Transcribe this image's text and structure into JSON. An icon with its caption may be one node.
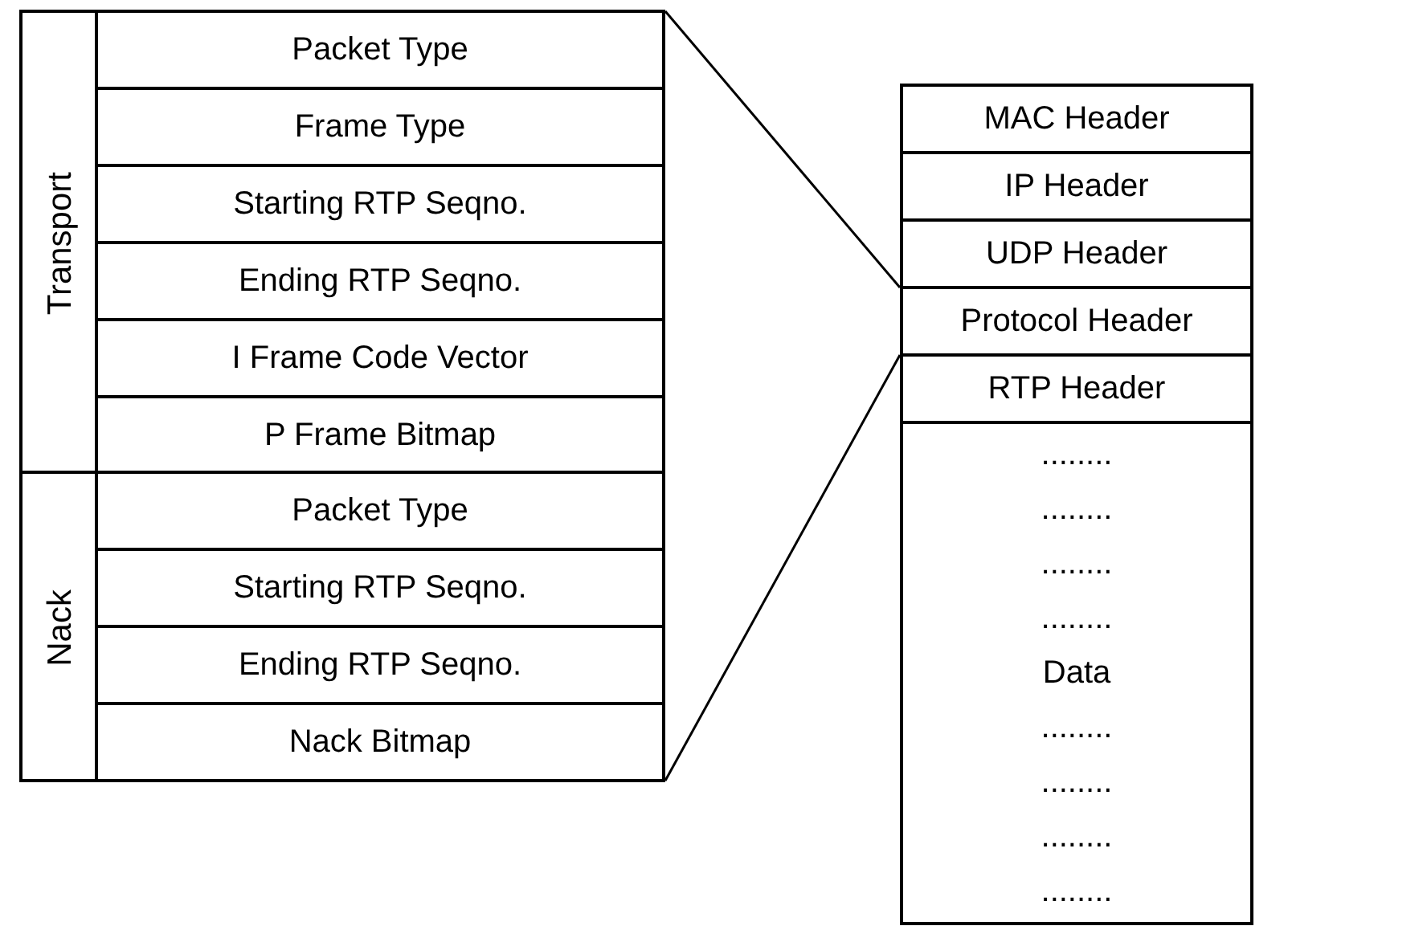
{
  "diagram": {
    "nodes": [
      {
        "text": [],
        "shape": "box"
      },
      {
        "text": [
          "Transport"
        ],
        "in": 0
      },
      {
        "text": [
          "Packet Type"
        ],
        "in": 1
      },
      {
        "text": [
          "Frame Type"
        ],
        "in": 1
      },
      {
        "text": [
          "Starting RTP Seqno."
        ],
        "in": 1
      },
      {
        "text": [
          "Ending RTP Seqno."
        ],
        "in": 1
      },
      {
        "text": [
          "I Frame Code Vector"
        ],
        "in": 1
      },
      {
        "text": [
          "P Frame Bitmap"
        ],
        "in": 1
      },
      {
        "text": [
          "Nack"
        ],
        "in": 0
      },
      {
        "text": [
          "Packet Type"
        ],
        "in": 8
      },
      {
        "text": [
          "Starting RTP Seqno."
        ],
        "in": 8
      },
      {
        "text": [
          "Ending RTP Seqno."
        ],
        "in": 8
      },
      {
        "text": [
          "Nack Bitmap"
        ],
        "in": 8
      },
      {
        "text": [
          "MAC Header"
        ]
      },
      {
        "text": [
          "IP Header"
        ]
      },
      {
        "text": [
          "UDP Header"
        ]
      },
      {
        "text": [
          "Protocol Header"
        ]
      },
      {
        "text": [
          "RTP Header"
        ]
      },
      {
        "text": [
          "........",
          "........",
          "........",
          "........",
          "Data",
          "........",
          "........",
          "........",
          "........"
        ]
      }
    ],
    "edges": [
      {
        "from": 16,
        "to": 0,
        "arrow": "none"
      },
      {
        "from": 16,
        "to": 0,
        "arrow": "none"
      }
    ]
  }
}
